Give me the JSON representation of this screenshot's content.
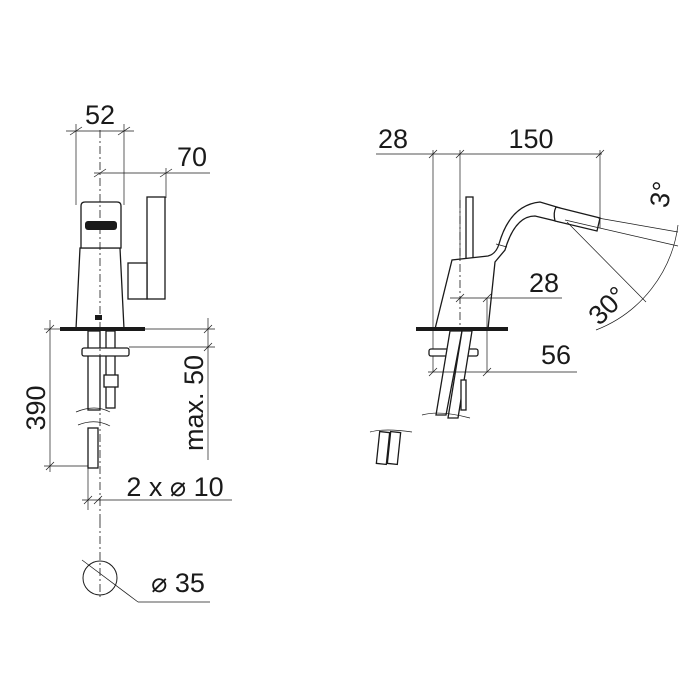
{
  "front_view": {
    "width_label": "52",
    "lever_reach_label": "70",
    "height_label": "390",
    "mounting_label": "max. 50",
    "supply_label": "2 x ⌀ 10",
    "hole_label": "⌀ 35"
  },
  "side_view": {
    "base_offset_label": "28",
    "spout_reach_label": "150",
    "body_depth_label": "28",
    "base_depth_label": "56",
    "tilt_small_label": "3°",
    "tilt_large_label": "30°"
  }
}
